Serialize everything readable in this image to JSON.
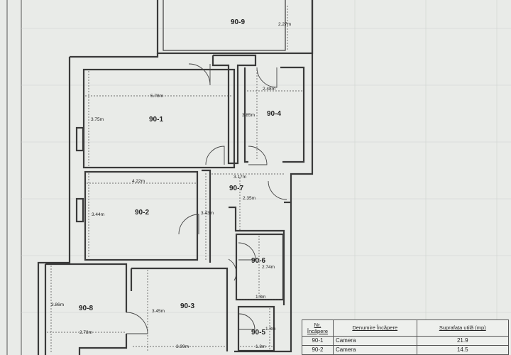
{
  "rooms": {
    "r909": "90-9",
    "r901": "90-1",
    "r904": "90-4",
    "r907": "90-7",
    "r902": "90-2",
    "r906": "90-6",
    "r908": "90-8",
    "r903": "90-3",
    "r905": "90-5"
  },
  "dims": {
    "d909_w": "2.27m",
    "d901_w": "5.78m",
    "d901_h": "3.75m",
    "d904_w": "2.48m",
    "d904_h": "3.85m",
    "d907_w": "3.17m",
    "d907_h": "2.35m",
    "d902_w": "4.22m",
    "d902_h": "3.44m",
    "d902_r": "3.43m",
    "d906_h": "2.74m",
    "d906_w": "1.8m",
    "d908_h": "3.86m",
    "d908_w": "2.78m",
    "d903_h": "3.45m",
    "d903_w": "3.99m",
    "d905_h": "1.8m",
    "d905_w": "1.8m"
  },
  "legend": {
    "headers": [
      "Nr. Încăpere",
      "Denumire Încăpere",
      "Suprafața utilă (mp)"
    ],
    "rows": [
      [
        "90-1",
        "Camera",
        "21.9"
      ],
      [
        "90-2",
        "Camera",
        "14.5"
      ]
    ]
  }
}
